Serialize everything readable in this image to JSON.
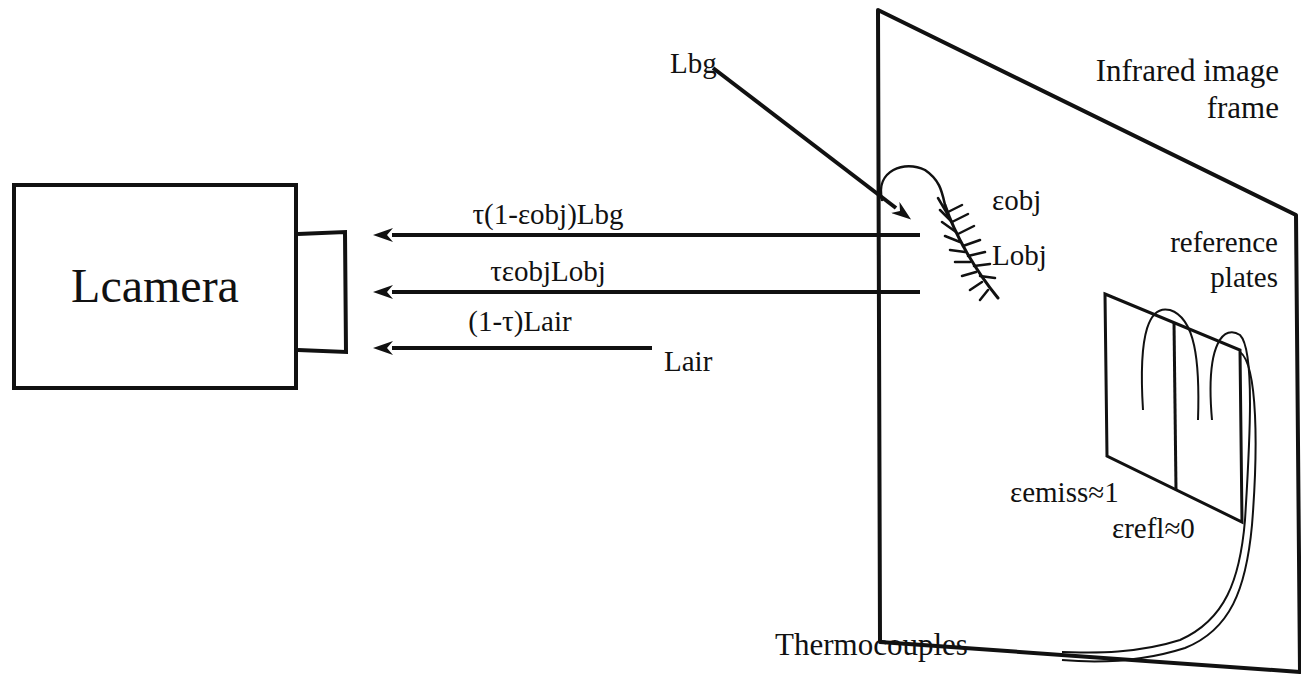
{
  "diagram": {
    "nodes": [
      {
        "text": [
          "Lcamera"
        ]
      },
      {
        "text": [
          "Infrared image frame"
        ]
      },
      {
        "text": [
          "reference plates",
          "εemiss≈1",
          "εrefl≈0"
        ],
        "in": 1
      }
    ],
    "edges": [
      {
        "from": 1,
        "to": 0,
        "arrow": "to",
        "label": "τ(1-εobj)Lbg"
      },
      {
        "from": 1,
        "to": 0,
        "arrow": "to",
        "label": "τεobjLobj"
      }
    ],
    "labels": [
      "Lbg",
      "εobj",
      "Lobj",
      "(1-τ)Lair",
      "Lair",
      "Thermocouples"
    ]
  }
}
